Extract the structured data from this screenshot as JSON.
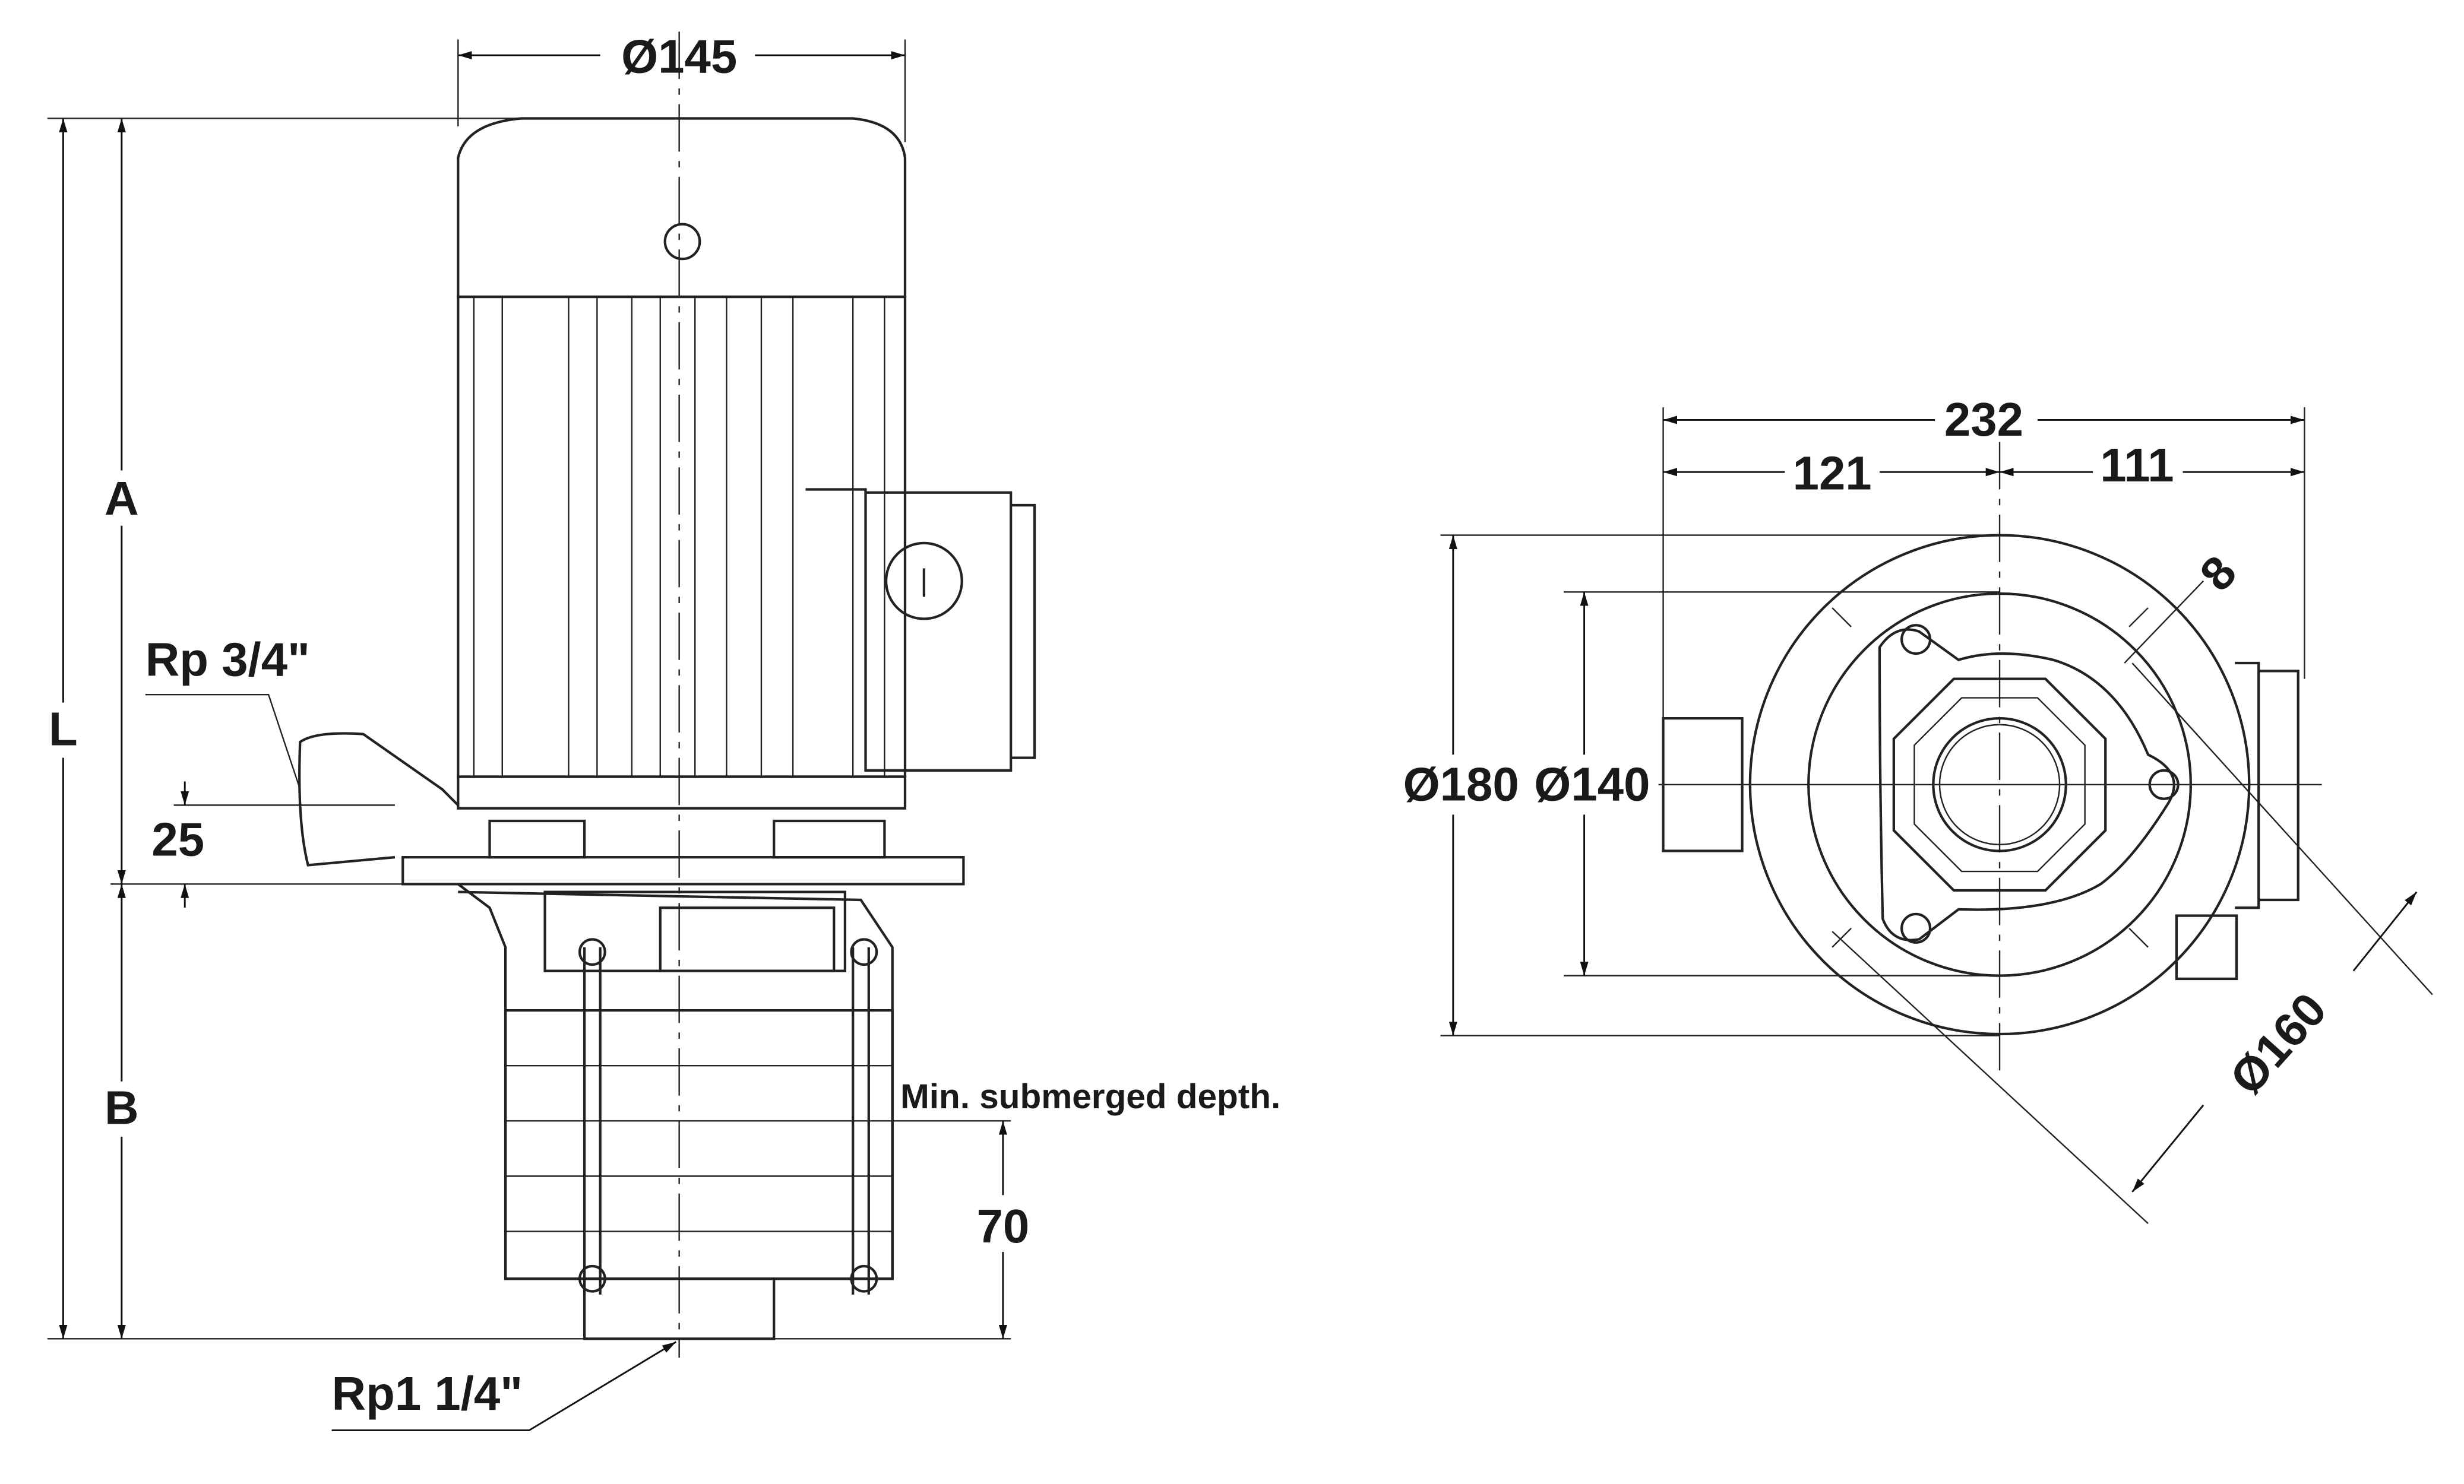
{
  "side_view": {
    "dim_top_diameter": "Ø145",
    "dim_total_length": "L",
    "dim_upper": "A",
    "dim_lower": "B",
    "outlet_thread": "Rp 3/4\"",
    "outlet_height": "25",
    "min_depth_note": "Min. submerged depth.",
    "min_depth_value": "70",
    "inlet_thread": "Rp1 1/4\""
  },
  "top_view": {
    "dim_total_width": "232",
    "dim_left_width": "121",
    "dim_right_width": "111",
    "dim_outer_diameter": "Ø180",
    "dim_inner_diameter": "Ø140",
    "dim_bolt_circle": "Ø160",
    "dim_slot": "8"
  },
  "colors": {
    "line": "#222222",
    "background": "#ffffff"
  }
}
